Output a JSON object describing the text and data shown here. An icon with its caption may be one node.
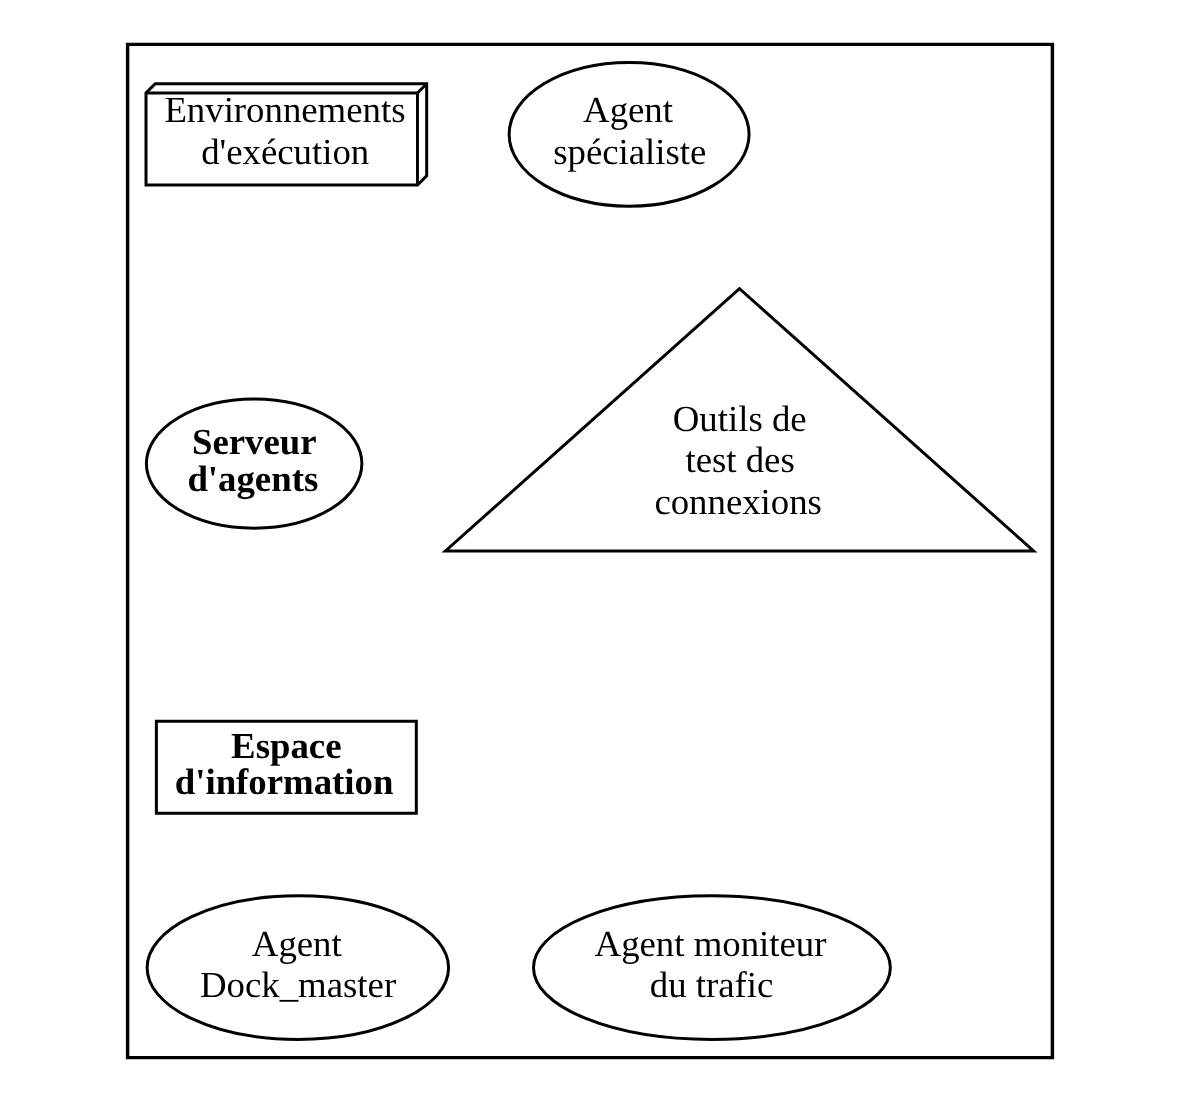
{
  "diagram": {
    "nodes": [
      {
        "text": [],
        "shape": "box"
      },
      {
        "text": [
          "Environnements d'exécution"
        ],
        "in": 0
      },
      {
        "text": [
          "Agent spécialiste"
        ],
        "in": 0
      },
      {
        "text": [
          "Serveur d'agents"
        ],
        "in": 0
      },
      {
        "text": [
          "Outils de test des connexions"
        ],
        "in": 0
      },
      {
        "text": [
          "Espace d'information"
        ],
        "in": 0
      },
      {
        "text": [
          "Agent Dock_master"
        ],
        "in": 0
      },
      {
        "text": [
          "Agent moniteur du trafic"
        ],
        "in": 0
      }
    ]
  }
}
